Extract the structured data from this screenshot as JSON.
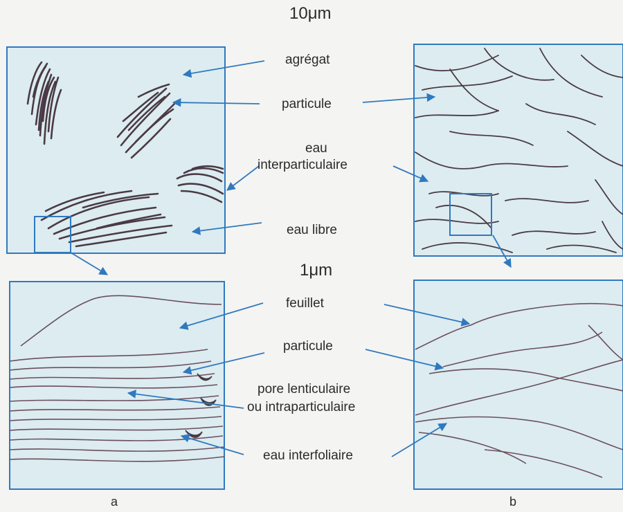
{
  "scales": {
    "top": "10μm",
    "bottom": "1μm"
  },
  "labels": {
    "agregat": "agrégat",
    "particule_top": "particule",
    "eau_line1": "eau",
    "eau_line2": "interparticulaire",
    "eau_libre": "eau libre",
    "feuillet": "feuillet",
    "particule_bottom": "particule",
    "pore_line1": "pore lenticulaire",
    "pore_line2": "ou intraparticulaire",
    "eau_interfoliaire": "eau interfoliaire"
  },
  "panels": {
    "left": "a",
    "right": "b"
  },
  "colors": {
    "panel_fill": "#dcecf1",
    "panel_border": "#2f79bf",
    "arrow": "#2f79bf",
    "particle": "#4a3a44",
    "sheet_line": "#6a4e5c"
  }
}
